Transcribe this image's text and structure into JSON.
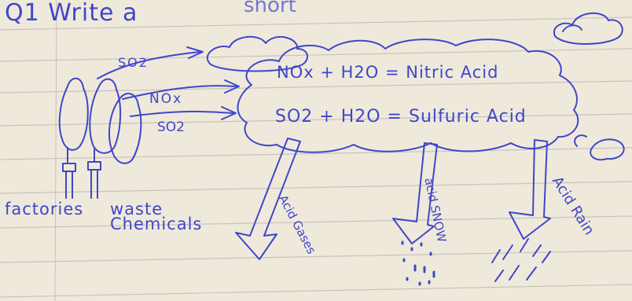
{
  "title": {
    "question": "Q1 Write a",
    "faded_tail": "short"
  },
  "labels": {
    "so2_top": "SO2",
    "nox": "NOx",
    "so2_low": "SO2",
    "factories": "factories",
    "waste": "waste",
    "chemicals": "Chemicals",
    "acid_gases": "Acid Gases",
    "acid_snow": "acid SNOW",
    "acid_rain": "Acid Rain"
  },
  "equations": {
    "nitric": "NOx + H2O = Nitric Acid",
    "sulfuric": "SO2 + H2O = Sulfuric Acid"
  },
  "colors": {
    "ink": "#3e47c9",
    "paper": "#efe9dc",
    "ruling": "#c9c4bb"
  }
}
